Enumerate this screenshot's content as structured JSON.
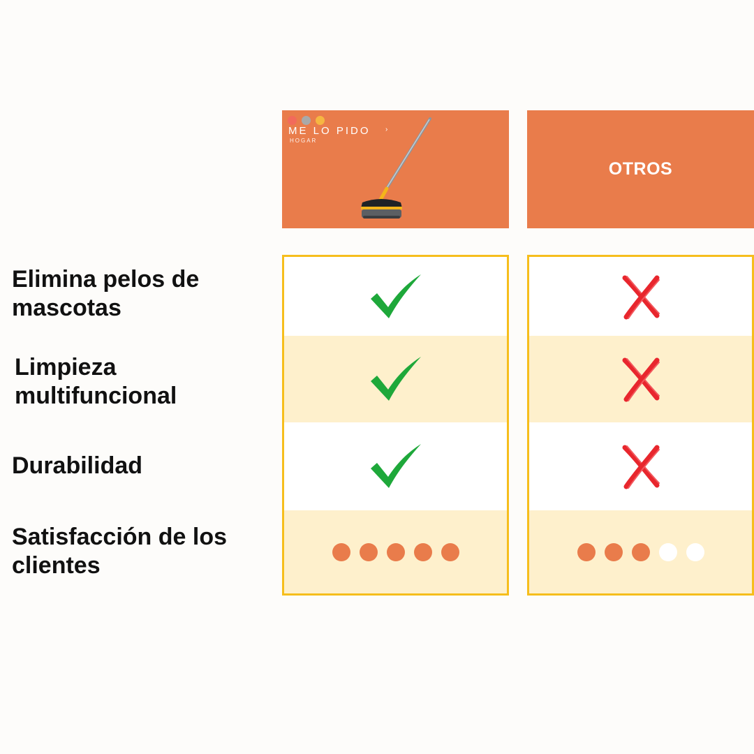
{
  "brand": {
    "name": "ME LO PIDO",
    "tagline": "HOGAR",
    "mark": "›",
    "dot_colors": [
      "#f26a5b",
      "#a9a9a9",
      "#f6b642"
    ]
  },
  "others": {
    "title": "OTROS"
  },
  "colors": {
    "header": "#e97c4b",
    "border": "#f6be1c",
    "band_tint": "#fef0cc",
    "check": "#1ea83a",
    "cross": "#e8262d",
    "rating_filled": "#e97c4b",
    "rating_empty": "#ffffff"
  },
  "features": [
    {
      "lines": [
        "Elimina pelos de",
        "mascotas"
      ],
      "brand": "check-icon",
      "others": "cross-icon"
    },
    {
      "lines": [
        "Limpieza",
        "multifuncional"
      ],
      "brand": "check-icon",
      "others": "cross-icon"
    },
    {
      "lines": [
        "Durabilidad"
      ],
      "brand": "check-icon",
      "others": "cross-icon"
    },
    {
      "lines": [
        "Satisfacción de los",
        "clientes"
      ],
      "brand_rating": 5,
      "others_rating": 3,
      "rating_max": 5
    }
  ]
}
